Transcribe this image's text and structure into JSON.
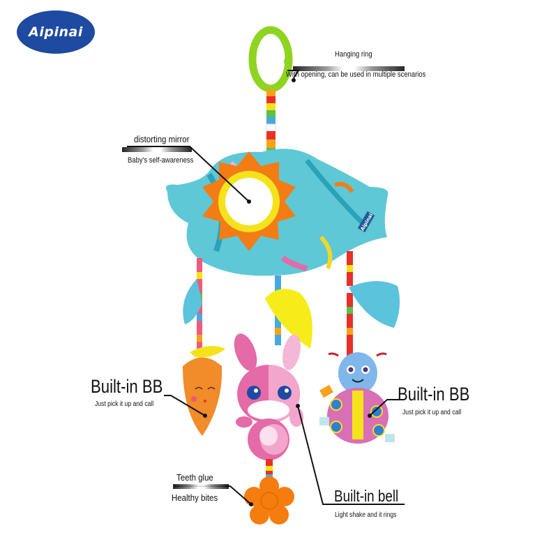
{
  "brand": {
    "logo_text": "Aipinai",
    "logo_color": "#1f4aa1",
    "tag_text": "Aipinai"
  },
  "callouts": {
    "hanging_ring": {
      "title": "Hanging ring",
      "desc": "With opening, can be used in multiple scenarios"
    },
    "mirror": {
      "title": "distorting mirror",
      "desc": "Baby's self-awareness"
    },
    "bb_left": {
      "title": "Built-in BB",
      "desc": "Just pick it up and call"
    },
    "bb_right": {
      "title": "Built-in BB",
      "desc": "Just pick it up and call"
    },
    "teether": {
      "title": "Teeth glue",
      "desc": "Healthy bites"
    },
    "bell": {
      "title": "Built-in bell",
      "desc": "Light shake and it rings"
    }
  },
  "colors": {
    "ring": "#8fd420",
    "cloud": "#5ec8d6",
    "sun": "#f47c14",
    "mirror_rim": "#f6e21c",
    "leaf_blue": "#5bc3dc",
    "leaf_yellow": "#f5ec1a",
    "carrot": "#f28b2a",
    "bunny": "#e46aa8",
    "bug_body": "#d96fb4",
    "bug_head": "#7fb7ea",
    "teether": "#f57c0e"
  }
}
